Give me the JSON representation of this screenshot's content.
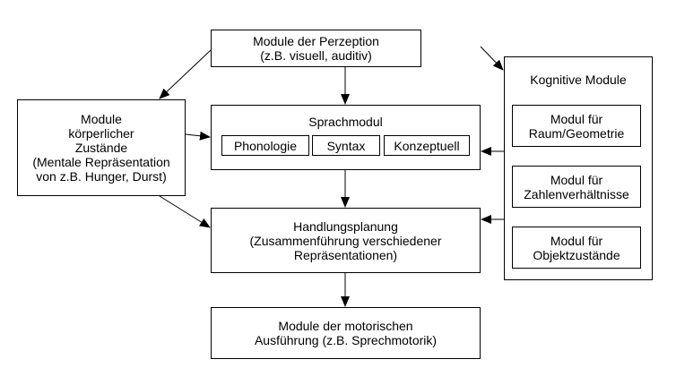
{
  "perception": {
    "line1": "Module der Perzeption",
    "line2": "(z.B. visuell, auditiv)"
  },
  "bodily": {
    "line1": "Module",
    "line2": "körperlicher",
    "line3": "Zustände",
    "line4": "(Mentale Repräsentation",
    "line5": "von z.B. Hunger, Durst)"
  },
  "language": {
    "title": "Sprachmodul",
    "sub": [
      "Phonologie",
      "Syntax",
      "Konzeptuell"
    ]
  },
  "cognitive": {
    "title": "Kognitive Module",
    "modules": [
      {
        "line1": "Modul für",
        "line2": "Raum/Geometrie"
      },
      {
        "line1": "Modul für",
        "line2": "Zahlenverhältnisse"
      },
      {
        "line1": "Modul für",
        "line2": "Objektzustände"
      }
    ]
  },
  "planning": {
    "line1": "Handlungsplanung",
    "line2": "(Zusammenführung verschiedener",
    "line3": "Repräsentationen)"
  },
  "motor": {
    "line1": "Module der motorischen",
    "line2": "Ausführung (z.B. Sprechmotorik)"
  },
  "colors": {
    "line": "#000000",
    "background": "#ffffff"
  }
}
